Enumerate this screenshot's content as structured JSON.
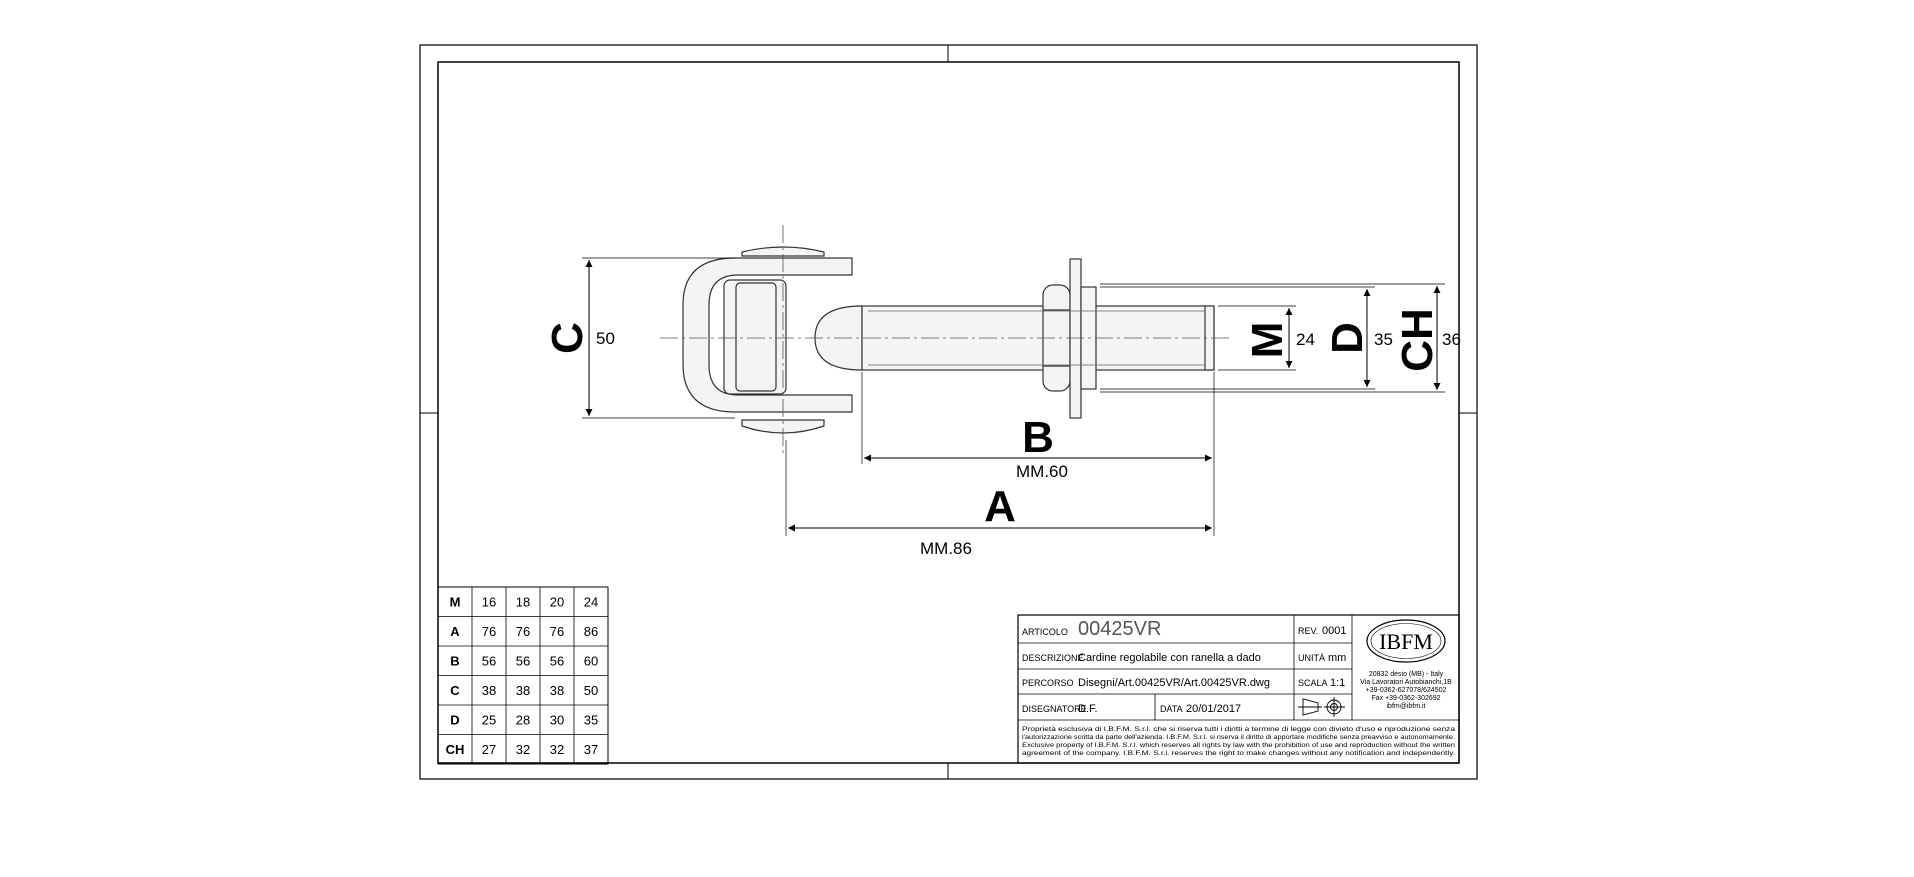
{
  "dimensions": {
    "C": {
      "letter": "C",
      "value": "50"
    },
    "M": {
      "letter": "M",
      "value": "24"
    },
    "D": {
      "letter": "D",
      "value": "35"
    },
    "CH": {
      "letter": "CH",
      "value": "36"
    },
    "B": {
      "letter": "B",
      "value": "MM.60"
    },
    "A": {
      "letter": "A",
      "value": "MM.86"
    }
  },
  "size_table": {
    "rows": [
      {
        "label": "M",
        "values": [
          "16",
          "18",
          "20",
          "24"
        ]
      },
      {
        "label": "A",
        "values": [
          "76",
          "76",
          "76",
          "86"
        ]
      },
      {
        "label": "B",
        "values": [
          "56",
          "56",
          "56",
          "60"
        ]
      },
      {
        "label": "C",
        "values": [
          "38",
          "38",
          "38",
          "50"
        ]
      },
      {
        "label": "D",
        "values": [
          "25",
          "28",
          "30",
          "35"
        ]
      },
      {
        "label": "CH",
        "values": [
          "27",
          "32",
          "32",
          "37"
        ]
      }
    ]
  },
  "title_block": {
    "articolo_label": "ARTICOLO",
    "articolo_value": "00425VR",
    "rev_label": "REV.",
    "rev_value": "0001",
    "descrizione_label": "DESCRIZIONE",
    "descrizione_value": "Cardine regolabile con ranella a dado",
    "unita_label": "UNITÀ",
    "unita_value": "mm",
    "percorso_label": "PERCORSO",
    "percorso_value": "Disegni/Art.00425VR/Art.00425VR.dwg",
    "scala_label": "SCALA",
    "scala_value": "1:1",
    "disegnatore_label": "DISEGNATORE",
    "disegnatore_value": "D.F.",
    "data_label": "DATA",
    "data_value": "20/01/2017",
    "logo": "IBFM",
    "address": [
      "20832 desio (MB) - Italy",
      "Via Lavoratori Autobianchi,1B",
      "+39-0362-627078/624502",
      "Fax +39-0362-302692",
      "ibfm@ibfm.it"
    ],
    "notice": [
      "Proprietà esclusiva di I.B.F.M. S.r.l. che si riserva tutti i diritti a termine di legge con divieto d'uso e riproduzione senza",
      "l'autorizzazione scritta da parte dell'azienda. I.B.F.M. S.r.l. si riserva il diritto di apportare modifiche senza preavviso e autonomamente.",
      "Exclusive property of I.B.F.M. S.r.l. which reserves all rights by law with the prohibition of use and reproduction without the written",
      "agreement of the company. I.B.F.M. S.r.l. reserves the right to make changes without any notification and independently."
    ]
  },
  "colors": {
    "line": "#000000",
    "part_stroke": "#333333",
    "part_fill": "#f4f4f4",
    "dim": "#222222"
  }
}
